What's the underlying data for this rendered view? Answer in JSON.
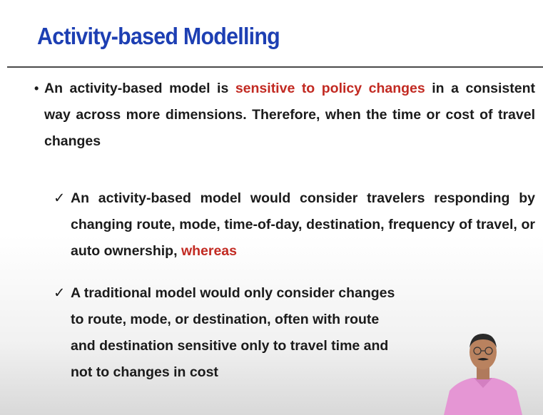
{
  "slide": {
    "title": "Activity-based Modelling"
  },
  "bullet": {
    "text_before": "An activity-based model is ",
    "highlight": "sensitive to policy changes",
    "text_after": " in a consistent way across more dimensions. Therefore, when the time or cost of travel changes"
  },
  "sub_points": [
    {
      "text": "An activity-based model would consider travelers responding by changing route, mode, time-of-day, destination, frequency of travel, or auto ownership, ",
      "highlight": "whereas"
    },
    {
      "text": "A traditional model would only consider changes to route, mode, or destination, often with route and destination sensitive only to travel time and not to changes in cost"
    }
  ],
  "colors": {
    "title": "#1d3fb3",
    "highlight": "#c22a22",
    "body_text": "#1b1b1b"
  },
  "icons": {
    "bullet": "bullet-dot",
    "sub_bullet": "checkmark-icon"
  },
  "presenter": {
    "shirt_color": "#e596d4"
  }
}
